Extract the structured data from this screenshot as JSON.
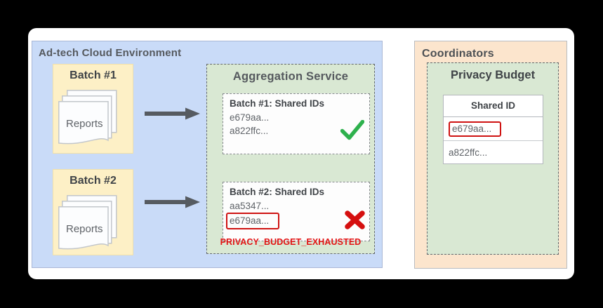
{
  "colors": {
    "adtech_bg": "#c9dbf8",
    "coordinators_bg": "#fce5cd",
    "batch_bg": "#fdf0c6",
    "service_bg": "#d9e8d3",
    "error_red": "#e21414",
    "flag_red": "#cf1312",
    "check_green": "#2eb14d",
    "arrow_gray": "#565b61",
    "text_dark": "#3f4347",
    "text_gray": "#5f6368"
  },
  "adtech": {
    "title": "Ad-tech Cloud Environment",
    "batches": [
      {
        "title": "Batch #1",
        "doc_label": "Reports"
      },
      {
        "title": "Batch #2",
        "doc_label": "Reports"
      }
    ],
    "aggregation": {
      "title": "Aggregation Service",
      "results": [
        {
          "title": "Batch #1: Shared IDs",
          "ids": [
            "e679aa...",
            "a822ffc..."
          ],
          "status": "success",
          "status_icon": "checkmark-icon"
        },
        {
          "title": "Batch #2: Shared IDs",
          "ids": [
            "aa5347...",
            "e679aa..."
          ],
          "status": "error",
          "status_icon": "x-icon",
          "flagged_id": "e679aa..."
        }
      ],
      "error_label": "PRIVACY_BUDGET_EXHAUSTED"
    }
  },
  "coordinators": {
    "title": "Coordinators",
    "privacy_budget": {
      "title": "Privacy Budget",
      "table": {
        "header": "Shared ID",
        "rows": [
          "e679aa...",
          "a822ffc..."
        ],
        "flagged_row_index": 0
      }
    }
  }
}
